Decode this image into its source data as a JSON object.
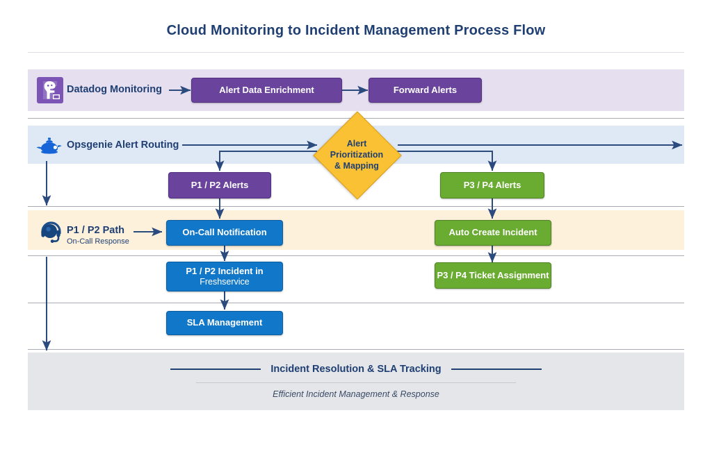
{
  "diagram": {
    "title": "Cloud Monitoring to Incident Management Process Flow",
    "type": "swimlane-process-flow"
  },
  "lanes": [
    {
      "id": "monitoring",
      "label": "Datadog Monitoring",
      "icon": "datadog-logo-icon",
      "band_color": "#e6dff0",
      "nodes": [
        {
          "id": "alert-data-enrichment",
          "label": "Alert Data Enrichment",
          "shape": "rect",
          "color": "#69439c"
        },
        {
          "id": "forward-alerts",
          "label": "Forward Alerts",
          "shape": "rect",
          "color": "#69439c"
        }
      ]
    },
    {
      "id": "routing",
      "label": "Opsgenie Alert Routing",
      "icon": "opsgenie-lamp-icon",
      "band_color": "#dfe9f6",
      "nodes": [
        {
          "id": "alert-prioritization",
          "label": "Alert\nPrioritization\n& Mapping",
          "shape": "diamond",
          "color": "#f9c133"
        },
        {
          "id": "p1-p2-alerts",
          "label": "P1 / P2 Alerts",
          "shape": "rect",
          "color": "#69439c"
        },
        {
          "id": "p3-p4-alerts",
          "label": "P3 / P4 Alerts",
          "shape": "rect",
          "color": "#6aab31"
        }
      ]
    },
    {
      "id": "oncall",
      "label": "P1 / P2 Path",
      "sublabel": "On-Call Response",
      "icon": "headset-icon",
      "band_color": "#fdf1dc",
      "nodes": [
        {
          "id": "on-call-notification",
          "label": "On-Call Notification",
          "shape": "rect",
          "color": "#1177c9"
        },
        {
          "id": "auto-create-incident",
          "label": "Auto Create Incident",
          "shape": "rect",
          "color": "#6aab31"
        }
      ]
    },
    {
      "id": "ticketing",
      "band_color": "#ffffff",
      "nodes": [
        {
          "id": "p1-p2-incident-freshservice",
          "label": "P1 / P2 Incident in",
          "sublabel": "Freshservice",
          "shape": "rect",
          "color": "#1177c9"
        },
        {
          "id": "p3-p4-ticket-assignment",
          "label": "P3 / P4 Ticket Assignment",
          "shape": "rect",
          "color": "#6aab31"
        }
      ]
    },
    {
      "id": "sla",
      "band_color": "#ffffff",
      "nodes": [
        {
          "id": "sla-management",
          "label": "SLA Management",
          "shape": "rect",
          "color": "#1177c9"
        }
      ]
    }
  ],
  "footer": {
    "title": "Incident Resolution & SLA Tracking",
    "subtitle": "Efficient Incident Management & Response",
    "band_color": "#e4e6ea"
  },
  "colors": {
    "title_blue": "#1f3f73",
    "purple": "#69439c",
    "green": "#6aab31",
    "blue": "#1177c9",
    "yellow": "#f9c133",
    "connector": "#2b4a7e",
    "separator": "#a9acb4"
  }
}
